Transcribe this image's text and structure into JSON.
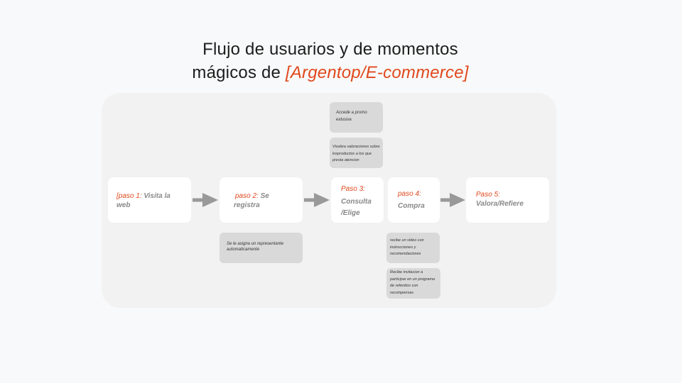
{
  "title": {
    "line1": "Flujo de usuarios y de momentos",
    "line2_prefix": "mágicos de ",
    "line2_accent": "[Argentop/E-commerce]"
  },
  "steps": [
    {
      "label": "[paso 1: ",
      "text": "Visita la web"
    },
    {
      "label": "paso 2: ",
      "text": "Se registra"
    },
    {
      "label": "Paso 3:",
      "text": "Consulta /Elige"
    },
    {
      "label": "paso 4:",
      "text": "Compra"
    },
    {
      "label": "Paso 5:",
      "text": "Valora/Refiere"
    }
  ],
  "notes": {
    "promo": "Accede a promo exlusiva",
    "ratings": "Visaliza  valoraciones sobre losproductos a los que presta atencion",
    "representative": "Se le asigna un representante automaticamente",
    "video": "recibe un video con instrucciones y recomendaciones",
    "referral": "Recibe invitacion a participar en un programa de referidos con recompensas"
  },
  "colors": {
    "accent": "#e0481c",
    "step_text": "#888888",
    "note_bg": "#d9d9d9",
    "board_bg": "#f2f2f2",
    "arrow": "#999999"
  }
}
